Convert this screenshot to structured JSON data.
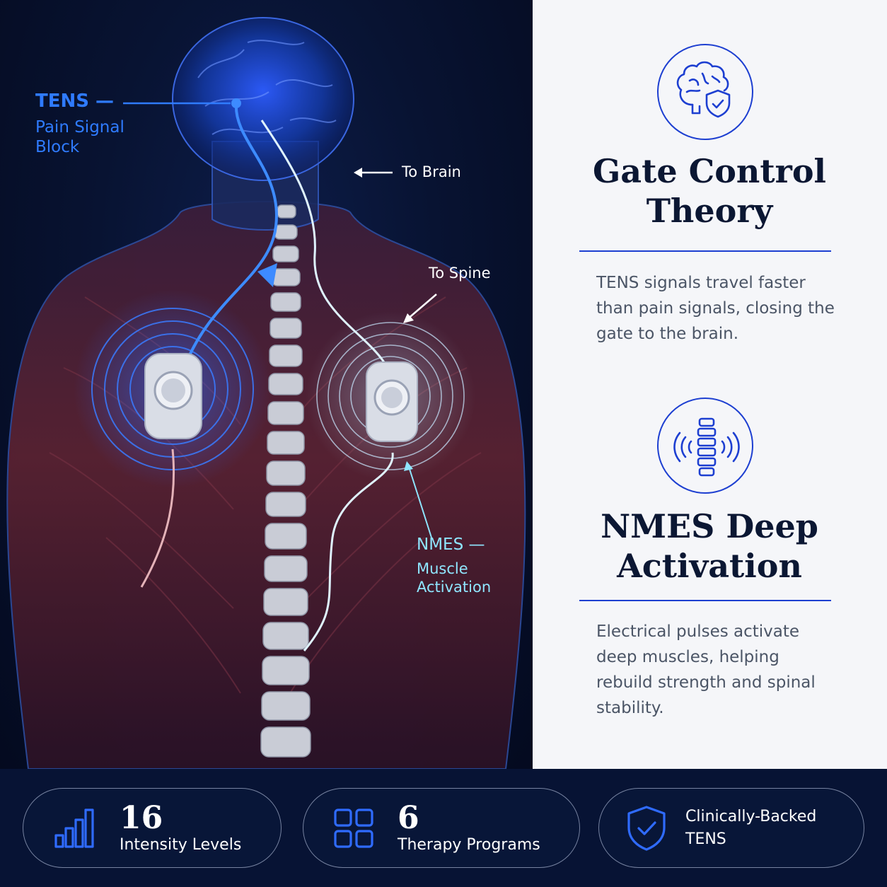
{
  "illustration": {
    "tens_title": "TENS —",
    "tens_subtitle": "Pain Signal Block",
    "to_brain": "To Brain",
    "to_spine": "To Spine",
    "nmes_title": "NMES —",
    "nmes_subtitle": "Muscle Activation",
    "colors": {
      "tens_blue": "#2f7bff",
      "nmes_cyan": "#8fe6ff",
      "background": "#040a1f"
    }
  },
  "sections": [
    {
      "icon": "brain-shield-icon",
      "heading": "Gate Control Theory",
      "body": "TENS signals travel faster than pain signals, closing the gate to the brain."
    },
    {
      "icon": "spine-vibration-icon",
      "heading": "NMES Deep Activation",
      "body": "Electrical pulses activate deep muscles, helping rebuild strength and spinal stability."
    }
  ],
  "features": [
    {
      "icon": "bar-chart-icon",
      "number": "16",
      "label": "Intensity Levels"
    },
    {
      "icon": "grid-icon",
      "number": "6",
      "label": "Therapy Programs"
    },
    {
      "icon": "shield-check-icon",
      "label": "Clinically-Backed TENS"
    }
  ],
  "theme": {
    "accent": "#1d3fd1",
    "navy": "#071334",
    "heading": "#0b1733",
    "body_text": "#4b5566"
  }
}
